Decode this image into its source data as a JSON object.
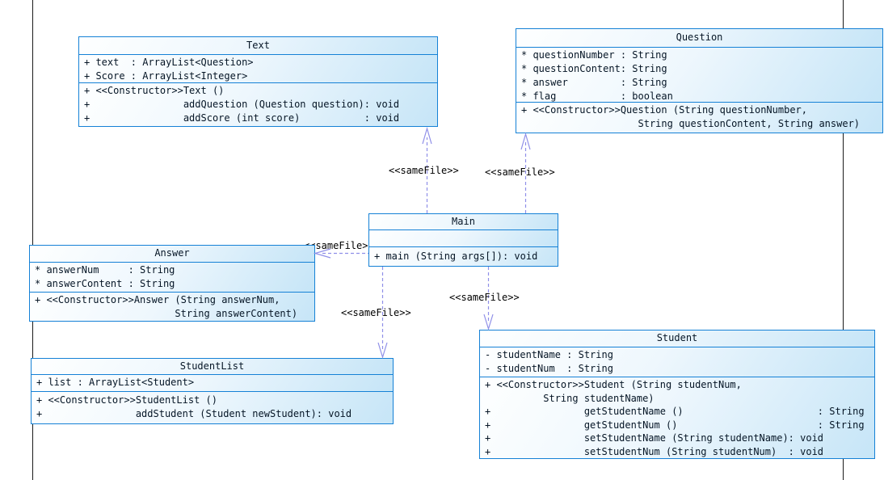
{
  "diagram": {
    "classes": [
      {
        "name": "Text",
        "attributes": [
          "+ text  : ArrayList<Question>",
          "+ Score : ArrayList<Integer>"
        ],
        "methods": [
          "+ <<Constructor>>Text ()",
          "+                addQuestion (Question question): void",
          "+                addScore (int score)           : void"
        ]
      },
      {
        "name": "Question",
        "attributes": [
          "* questionNumber : String",
          "* questionContent: String",
          "* answer         : String",
          "* flag           : boolean"
        ],
        "methods": [
          "+ <<Constructor>>Question (String questionNumber,",
          "                    String questionContent, String answer)"
        ]
      },
      {
        "name": "Main",
        "attributes": [],
        "methods": [
          "+ main (String args[]): void"
        ]
      },
      {
        "name": "Answer",
        "attributes": [
          "* answerNum     : String",
          "* answerContent : String"
        ],
        "methods": [
          "+ <<Constructor>>Answer (String answerNum,",
          "                        String answerContent)"
        ]
      },
      {
        "name": "StudentList",
        "attributes": [
          "+ list : ArrayList<Student>"
        ],
        "methods": [
          "+ <<Constructor>>StudentList ()",
          "+                addStudent (Student newStudent): void"
        ]
      },
      {
        "name": "Student",
        "attributes": [
          "- studentName : String",
          "- studentNum  : String"
        ],
        "methods": [
          "+ <<Constructor>>Student (String studentNum,",
          "          String studentName)",
          "+                getStudentName ()                       : String",
          "+                getStudentNum ()                        : String",
          "+                setStudentName (String studentName): void",
          "+                setStudentNum (String studentNum)  : void"
        ]
      }
    ],
    "edges": [
      {
        "label": "<<sameFile>>",
        "from": "Main",
        "to": "Text"
      },
      {
        "label": "<<sameFile>>",
        "from": "Main",
        "to": "Question"
      },
      {
        "label": "<<sameFile>>",
        "from": "Main",
        "to": "Answer"
      },
      {
        "label": "<<sameFile>>",
        "from": "Main",
        "to": "StudentList"
      },
      {
        "label": "<<sameFile>>",
        "from": "Main",
        "to": "Student"
      }
    ],
    "colors": {
      "box_border": "#1581d6",
      "box_fill_top": "#feffff",
      "box_fill_bottom": "#c6e5f7",
      "arrow": "#8f8fe8",
      "text": "#051525",
      "edge_label": "#000000",
      "guide_line": "#1a1a1a"
    }
  }
}
